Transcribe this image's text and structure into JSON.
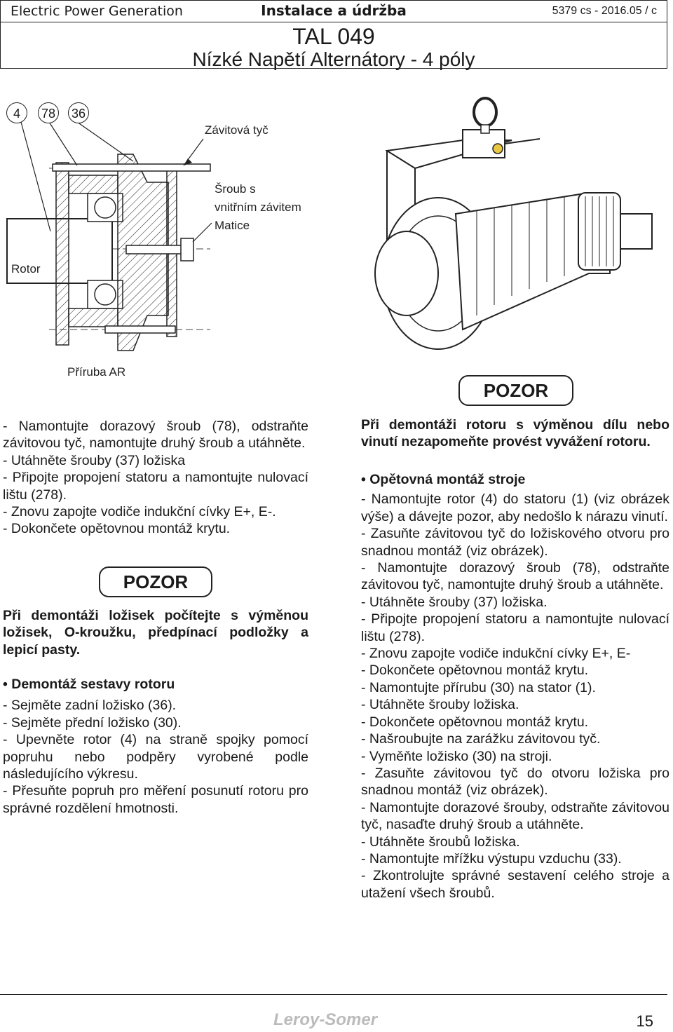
{
  "header": {
    "brand": "Electric Power Generation",
    "section": "Instalace a údržba",
    "doc_ref": "5379 cs - 2016.05 / c",
    "title": "TAL 049",
    "subtitle": "Nízké Napětí Alternátory - 4 póly"
  },
  "figure": {
    "callouts": [
      "4",
      "78",
      "36"
    ],
    "label_threaded_rod": "Závitová tyč",
    "label_screw_1": "Šroub s",
    "label_screw_2": "vnitřním závitem",
    "label_nut": "Matice",
    "label_rotor": "Rotor",
    "label_flange": "Příruba AR"
  },
  "left_column": {
    "para1": "- Namontujte dorazový šroub (78), odstraňte závitovou tyč, namontujte druhý šroub a utáhněte.",
    "para2": "- Utáhněte šrouby (37) ložiska",
    "para3": "- Připojte propojení statoru a namontujte nulovací lištu (278).",
    "para4": "- Znovu zapojte vodiče indukční cívky E+, E-.",
    "para5": "- Dokončete opětovnou montáž krytu.",
    "warning_title": "POZOR",
    "warning_text": "Při demontáži ložisek počítejte s výměnou ložisek, O-kroužku, předpínací podložky a lepicí pasty.",
    "heading": "• Demontáž sestavy rotoru",
    "step1": "- Sejměte zadní ložisko (36).",
    "step2": "- Sejměte přední ložisko (30).",
    "step3": "- Upevněte rotor (4) na straně spojky pomocí popruhu nebo podpěry vyrobené podle následujícího výkresu.",
    "step4": "- Přesuňte popruh pro měření posunutí rotoru pro správné rozdělení hmotnosti."
  },
  "right_column": {
    "warning_title": "POZOR",
    "warning_text": "Při demontáži rotoru s výměnou dílu nebo vinutí nezapomeňte provést vyvážení rotoru.",
    "heading": "• Opětovná montáž stroje",
    "lines": [
      "- Namontujte rotor (4) do statoru (1) (viz obrázek výše) a dávejte pozor, aby nedošlo k nárazu vinutí.",
      "- Zasuňte závitovou tyč do ložiskového otvoru pro snadnou montáž (viz obrázek).",
      "- Namontujte dorazový šroub (78), odstraňte závitovou tyč, namontujte druhý šroub a utáhněte.",
      "- Utáhněte šrouby (37) ložiska.",
      "- Připojte propojení statoru a namontujte nulovací lištu (278).",
      "- Znovu zapojte vodiče indukční cívky E+, E-",
      "- Dokončete opětovnou montáž krytu.",
      "- Namontujte přírubu (30) na stator (1).",
      "- Utáhněte šrouby ložiska.",
      "- Dokončete opětovnou montáž krytu.",
      "- Našroubujte na zarážku závitovou tyč.",
      "- Vyměňte ložisko (30) na stroji.",
      "- Zasuňte závitovou tyč do otvoru ložiska pro snadnou montáž (viz obrázek).",
      "- Namontujte dorazové šrouby, odstraňte závitovou tyč, nasaďte druhý šroub a utáhněte.",
      "- Utáhněte šroubů ložiska.",
      "- Namontujte mřížku výstupu vzduchu (33).",
      "- Zkontrolujte správné sestavení celého stroje a utažení všech šroubů."
    ]
  },
  "footer": {
    "logo": "Leroy-Somer",
    "page": "15"
  }
}
